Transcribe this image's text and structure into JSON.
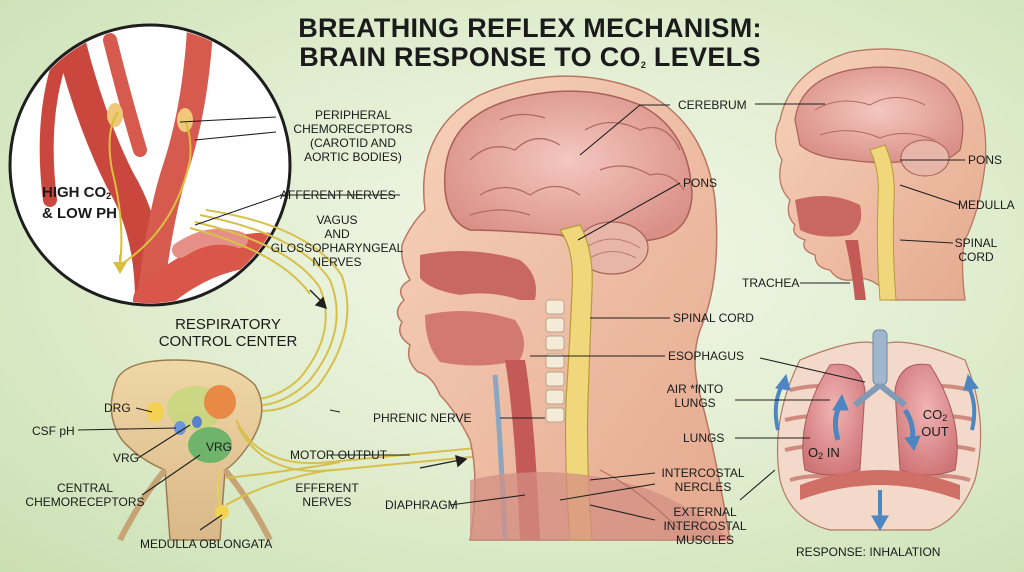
{
  "title": {
    "line1": "BREATHING REFLEX MECHANISM:",
    "line2_pre": "BRAIN RESPONSE TO CO",
    "line2_sub": "2",
    "line2_post": " LEVELS"
  },
  "inset": {
    "high_co2_pre": "HIGH CO",
    "high_co2_sub": "2",
    "low_ph": "& LOW pH"
  },
  "labels": {
    "peripheral_chemoreceptors": [
      "PERIPHERAL",
      "CHEMORECEPTORS",
      "(CAROTID AND",
      "AORTIC BODIES)"
    ],
    "afferent_nerves": "AFFERENT NERVES",
    "vagus_nerves": [
      "VAGUS",
      "AND",
      "GLOSSOPHARYNGEAL",
      "NERVES"
    ],
    "respiratory_control_center": [
      "RESPIRATORY",
      "CONTROL CENTER"
    ],
    "drg": "DRG",
    "csf_ph": "CSF pH",
    "vrg_left": "VRG",
    "vrg_center": "VRG",
    "central_chemoreceptors": [
      "CENTRAL",
      "CHEMORECEPTORS"
    ],
    "medulla_oblongata": "MEDULLA OBLONGATA",
    "motor_output": "MOTOR OUTPUT",
    "efferent_nerves": [
      "EFFERENT",
      "NERVES"
    ],
    "cerebrum": "CEREBRUM",
    "pons_center": "PONS",
    "spinal_cord_center": "SPINAL CORD",
    "esophagus": "ESOPHAGUS",
    "phrenic_nerve": "PHRENIC NERVE",
    "air_into_lungs": [
      "AIR *INTO",
      "LUNGS"
    ],
    "lungs": "LUNGS",
    "intercostal_nercles": [
      "INTERCOSTAL",
      "NERCLES"
    ],
    "diaphragm": "DIAPHRAGM",
    "external_intercostal_muscles": [
      "EXTERNAL",
      "INTERCOSTAL",
      "MUSCLES"
    ],
    "pons_right": "PONS",
    "medulla_right": "MEDULLA",
    "spinal_cord_right": [
      "SPINAL",
      "CORD"
    ],
    "trachea": "TRACHEA",
    "co2_out": {
      "pre": "CO",
      "sub": "2",
      "line2": "OUT"
    },
    "o2_in": {
      "pre": "O",
      "sub": "2",
      "post": " IN"
    },
    "response": "RESPONSE: INHALATION"
  },
  "colors": {
    "background": "#dfeccd",
    "artery": "#d8574a",
    "nerve": "#e8d15a",
    "skin": "#f0c3a8",
    "brain": "#eaa9a1",
    "lung": "#e59a9a"
  }
}
